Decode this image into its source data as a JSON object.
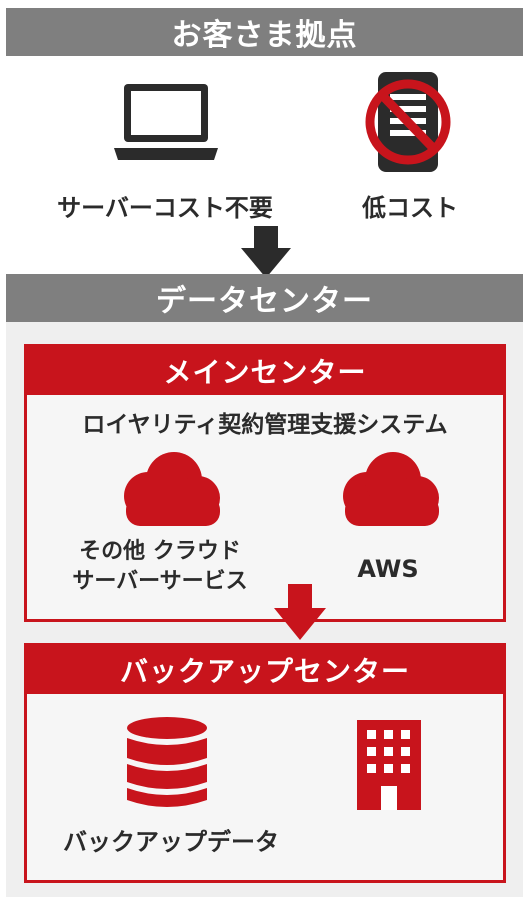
{
  "customer_site": {
    "title": "お客さま拠点",
    "left_label": "サーバーコスト不要",
    "right_label": "低コスト"
  },
  "data_center": {
    "title": "データセンター",
    "main_center": {
      "title": "メインセンター",
      "system_name": "ロイヤリティ契約管理支援システム",
      "cloud_other_line1": "その他 クラウド",
      "cloud_other_line2": "サーバーサービス",
      "cloud_aws": "AWS"
    },
    "backup_center": {
      "title": "バックアップセンター",
      "backup_data": "バックアップデータ"
    }
  },
  "colors": {
    "accent_red": "#c8141c",
    "band_gray": "#7f7f7f",
    "panel_gray": "#efefef",
    "icon_dark": "#2b2b2b"
  },
  "icons": [
    "laptop-icon",
    "no-server-icon",
    "down-arrow-icon",
    "cloud-icon",
    "database-icon",
    "building-icon"
  ]
}
